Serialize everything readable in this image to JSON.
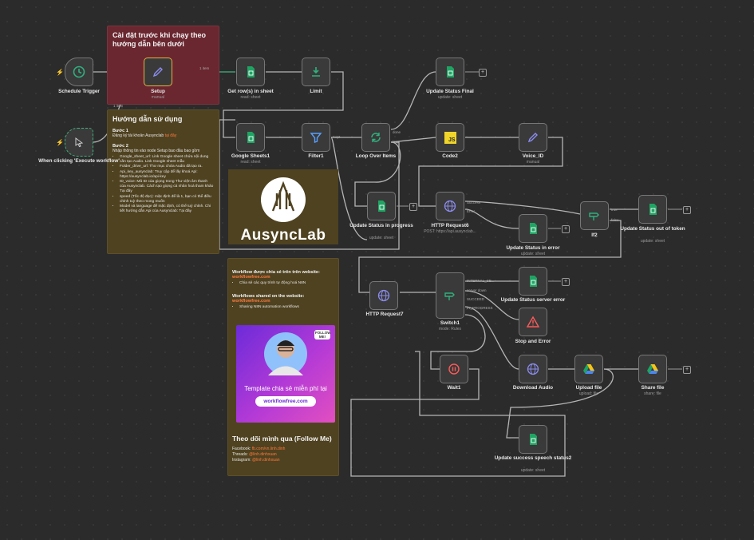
{
  "nodes": {
    "schedule": {
      "label": "Schedule Trigger"
    },
    "manual": {
      "label": "When clicking 'Execute workflow'"
    },
    "setup": {
      "label": "Setup",
      "sub": "manual"
    },
    "getrows": {
      "label": "Get row(s) in sheet",
      "sub": "read: sheet"
    },
    "limit": {
      "label": "Limit"
    },
    "final": {
      "label": "Update Status Final",
      "sub": "update: sheet"
    },
    "sheets1": {
      "label": "Google Sheets1",
      "sub": "read: sheet"
    },
    "filter1": {
      "label": "Filter1"
    },
    "loop": {
      "label": "Loop Over Items"
    },
    "code2": {
      "label": "Code2"
    },
    "voice": {
      "label": "Voice_ID",
      "sub": "manual"
    },
    "inprog": {
      "label": "Update Status in progress",
      "sub": "update: sheet"
    },
    "http6": {
      "label": "HTTP Request6",
      "sub": "POST: https://api.ausynclab..."
    },
    "inerr": {
      "label": "Update Status in error",
      "sub": "update: sheet"
    },
    "if2": {
      "label": "If2"
    },
    "outtoken": {
      "label": "Update Status out of token",
      "sub": "update: sheet"
    },
    "http7": {
      "label": "HTTP Request7"
    },
    "switch1": {
      "label": "Switch1",
      "sub": "mode: Rules"
    },
    "serverr": {
      "label": "Update Status server error",
      "sub": "update: sheet"
    },
    "stop": {
      "label": "Stop and Error"
    },
    "wait1": {
      "label": "Wait1"
    },
    "download": {
      "label": "Download Audio"
    },
    "upload": {
      "label": "Upload file",
      "sub": "upload: file"
    },
    "share": {
      "label": "Share file",
      "sub": "share: file"
    },
    "success": {
      "label": "Update success speech status2",
      "sub": "update: sheet"
    }
  },
  "ports": {
    "item1": "1 item",
    "item2": "1 item",
    "done": "done",
    "loop": "loop",
    "kept": "Kept",
    "success": "Success",
    "error": "Error",
    "true": "true",
    "false": "false",
    "s1": "INTERNAL_SE...",
    "s2": "server down",
    "s3": "SUCCEED",
    "s4": "IN_PROGRESS"
  },
  "sticky_setup": {
    "title": "Cài đặt trước khi chạy theo hướng dẫn bên dưới"
  },
  "sticky_guide": {
    "title": "Hướng dẫn sử dụng",
    "step1_title": "Bước 1",
    "step1_text": "Đăng ký tài khoản Ausynclab",
    "step1_link": "tại đây",
    "step2_title": "Bước 2",
    "step2_text": "Nhập thông tin vào node Setup bao đầu bao gồm",
    "items": [
      "Google_sheet_url: Link Google sheet chứa nội dung cần tạo Audio. Link Google sheet mẫu",
      "Folder_drive_url: Thư mục chứa Audio đã tạo ra.",
      "Api_key_ausynclab: Truy cập để lấy khoá Api: https://ausynclab.io/api-key",
      "ID_voice: Mã ID của giọng trong Thư viện âm thanh của Ausynclab. Cách tạo giọng cá nhân hoá tham khảo Tại đây",
      "speed (Tốc độ đọc): mặc định để là 1, bạn có thể điều chỉnh tuỳ theo mong muốn",
      "Model và language để mặc định, có thể tuỳ chỉnh. Chi tiết hướng dẫn Api của Ausynclab: Tại đây"
    ]
  },
  "logo": {
    "text": "AusyncLab"
  },
  "sticky_share": {
    "vi_title": "Workflow được chia sẻ trên trên website:",
    "vi_link": "workflowfree.com",
    "vi_item": "Chia sẻ các quy trình tự động hoá N8N",
    "en_title": "Workflows shared on the website:",
    "en_link": "workflowfree.com",
    "en_item": "Sharing N8N automation workflows",
    "banner_follow": "FOLLOW ME!",
    "banner_text": "Template chia sẻ miễn phí tại",
    "banner_btn": "workflowfree.com",
    "follow_title": "Theo dõi mình qua (Follow Me)",
    "fb_label": "Facebook:",
    "fb": "fb.com/vn.linh.dinh",
    "th_label": "Threads:",
    "th": "@linh.dinhxuan",
    "ig_label": "Instagram:",
    "ig": "@linh.dinhxuan"
  },
  "colors": {
    "canvas": "#2b2b2b",
    "node": "#3a3a3a",
    "wire": "#b5b5b5",
    "accent": "#ff7a3d",
    "sheets": "#1fa463"
  }
}
